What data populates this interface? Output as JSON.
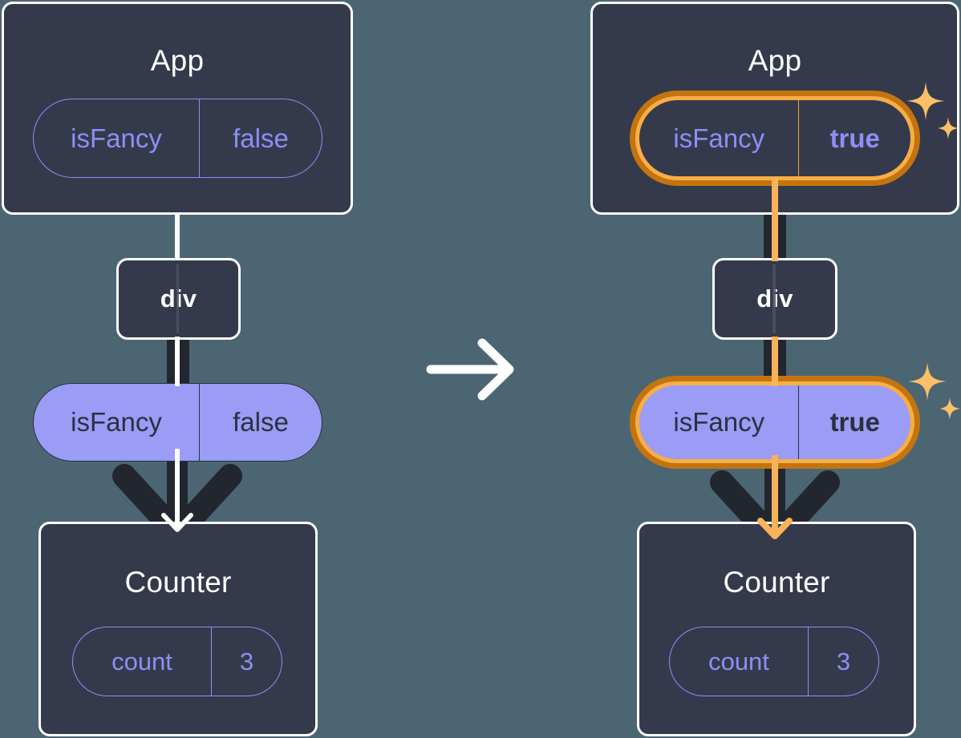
{
  "diagram": {
    "title_before": "App",
    "title_after": "App",
    "transition_icon": "arrow-right-icon",
    "background_color": "#4C6572",
    "accent_color": "#F7AE45",
    "accent_dark_color": "#C4740F",
    "state_pill_color": "#9A9CF5",
    "box_color": "#343A4B",
    "text_color": "#FFFFFF"
  },
  "before": {
    "app": {
      "title": "App",
      "state": {
        "key": "isFancy",
        "value": "false",
        "highlighted": false,
        "value_bold": false
      }
    },
    "div": {
      "title": "div"
    },
    "prop": {
      "key": "isFancy",
      "value": "false",
      "highlighted": false,
      "value_bold": false
    },
    "counter": {
      "title": "Counter",
      "state": {
        "key": "count",
        "value": "3",
        "highlighted": false,
        "value_bold": false
      }
    }
  },
  "after": {
    "app": {
      "title": "App",
      "state": {
        "key": "isFancy",
        "value": "true",
        "highlighted": true,
        "value_bold": true
      }
    },
    "div": {
      "title": "div"
    },
    "prop": {
      "key": "isFancy",
      "value": "true",
      "highlighted": true,
      "value_bold": true
    },
    "counter": {
      "title": "Counter",
      "state": {
        "key": "count",
        "value": "3",
        "highlighted": false,
        "value_bold": false
      }
    },
    "sparkles": [
      "sparkle-app-state",
      "sparkle-prop"
    ]
  }
}
